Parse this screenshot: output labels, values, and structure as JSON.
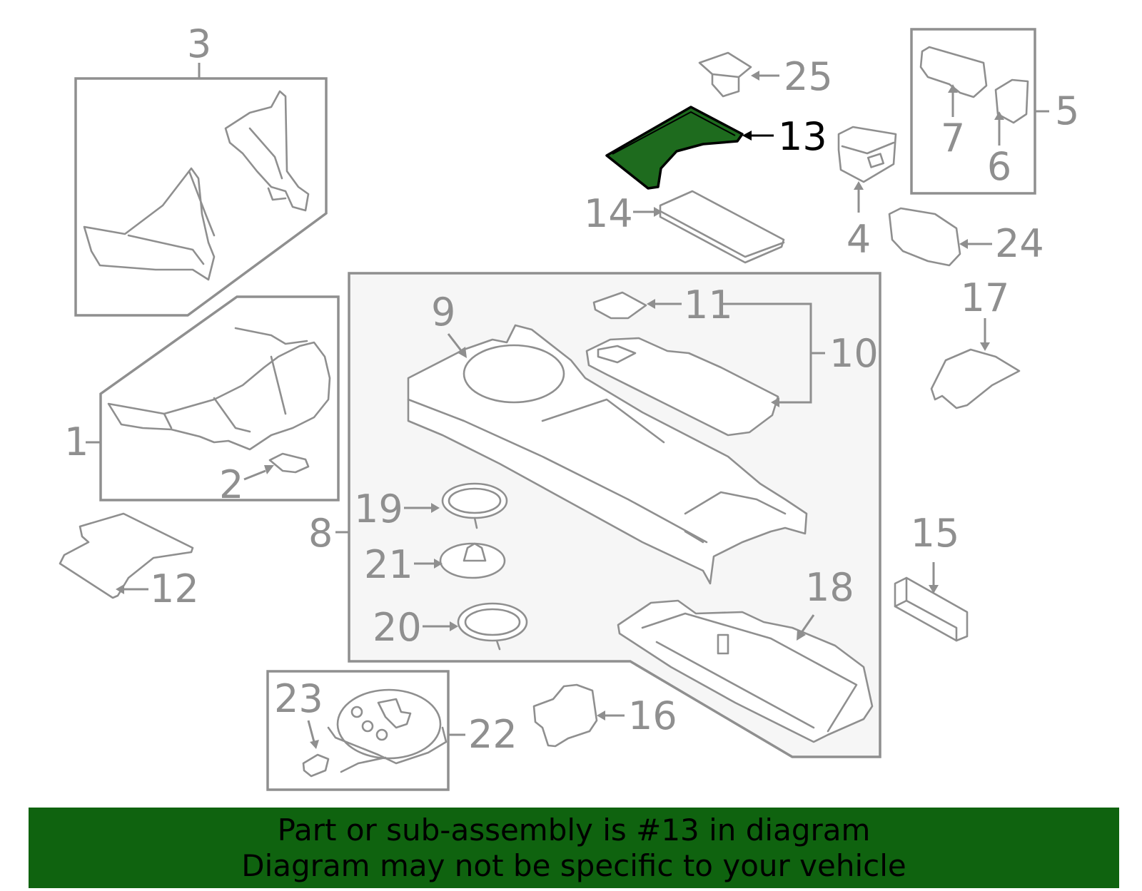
{
  "highlight_color": "#1e6b1e",
  "banner_color": "#0f630f",
  "banner": {
    "line1": "Part or sub-assembly is #13 in diagram",
    "line2": "Diagram may not be specific to your vehicle"
  },
  "callouts": {
    "c1": "1",
    "c2": "2",
    "c3": "3",
    "c4": "4",
    "c5": "5",
    "c6": "6",
    "c7": "7",
    "c8": "8",
    "c9": "9",
    "c10": "10",
    "c11": "11",
    "c12": "12",
    "c13": "13",
    "c14": "14",
    "c15": "15",
    "c16": "16",
    "c17": "17",
    "c18": "18",
    "c19": "19",
    "c20": "20",
    "c21": "21",
    "c22": "22",
    "c23": "23",
    "c24": "24",
    "c25": "25"
  }
}
